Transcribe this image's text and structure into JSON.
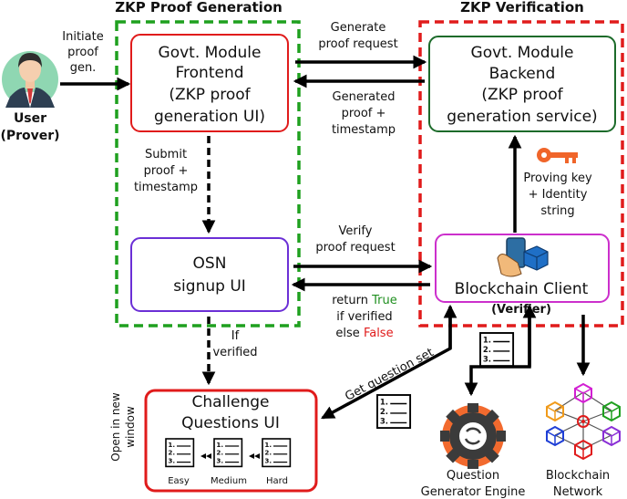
{
  "titles": {
    "left": "ZKP Proof Generation",
    "right": "ZKP Verification"
  },
  "user": {
    "line1": "User",
    "line2": "(Prover)"
  },
  "nodes": {
    "frontend": [
      "Govt. Module",
      "Frontend",
      "(ZKP proof",
      "generation UI)"
    ],
    "backend": [
      "Govt. Module",
      "Backend",
      "(ZKP proof",
      "generation service)"
    ],
    "osn": [
      "OSN",
      "signup UI"
    ],
    "blockchain_client": {
      "label": "Blockchain Client",
      "sub": "(Verifier)"
    },
    "challenge": {
      "line1": "Challenge",
      "line2": "Questions UI"
    },
    "question_engine": [
      "Question",
      "Generator Engine"
    ],
    "blockchain_network": [
      "Blockchain",
      "Network"
    ]
  },
  "edges": {
    "initiate": [
      "Initiate",
      "proof",
      "gen."
    ],
    "generate_req": [
      "Generate",
      "proof request"
    ],
    "generated": [
      "Generated",
      "proof +",
      "timestamp"
    ],
    "submit": [
      "Submit",
      "proof +",
      "timestamp"
    ],
    "proving_key": [
      "Proving key",
      "+ Identity",
      "string"
    ],
    "verify_req": [
      "Verify",
      "proof request"
    ],
    "return_result": {
      "l1a": "return ",
      "l1b": "True",
      "l2": "if verified",
      "l3a": "else ",
      "l3b": "False"
    },
    "if_verified": [
      "If",
      "verified"
    ],
    "get_question_set": "Get question set",
    "open_new_window": [
      "Open in new",
      "window"
    ]
  },
  "difficulty": [
    "Easy",
    "Medium",
    "Hard"
  ],
  "list_items": [
    "1.",
    "2.",
    "3."
  ],
  "colors": {
    "green": "#1fa01f",
    "red": "#e01b1b",
    "dark_green": "#1c6b2a",
    "purple": "#6b2fd6",
    "magenta": "#cc2fcc",
    "true_green": "#1f8f1f",
    "false_red": "#e01b1b",
    "key_orange": "#f0652a"
  }
}
